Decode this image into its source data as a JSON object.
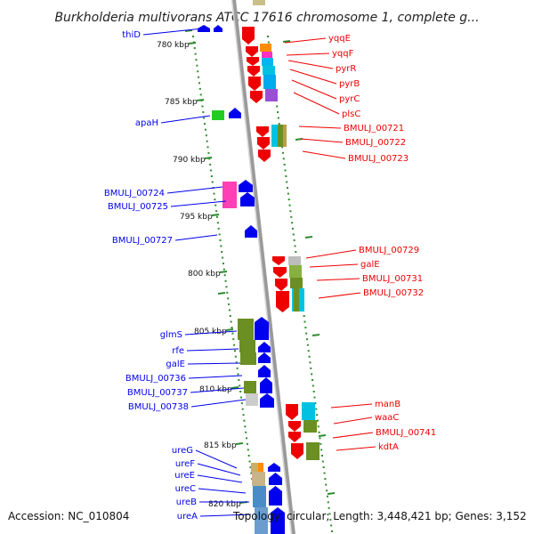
{
  "title": "Burkholderia multivorans ATCC 17616 chromosome 1, complete g...",
  "footer": {
    "accession": "Accession: NC_010804",
    "summary": "Topology: circular; Length: 3,448,421 bp; Genes: 3,152"
  },
  "colors": {
    "forward_strand_gene": "#0000ee",
    "reverse_strand_gene": "#ee0000",
    "kbp_ticks": "#2e8b2e",
    "backbone": "#9a9a9a"
  },
  "kbp_labels": [
    "780 kbp",
    "785 kbp",
    "790 kbp",
    "795 kbp",
    "800 kbp",
    "805 kbp",
    "810 kbp",
    "815 kbp",
    "820 kbp"
  ],
  "left_labels": [
    "thiD",
    "apaH",
    "BMULJ_00724",
    "BMULJ_00725",
    "BMULJ_00727",
    "glmS",
    "rfe",
    "galE",
    "BMULJ_00736",
    "BMULJ_00737",
    "BMULJ_00738",
    "ureG",
    "ureF",
    "ureE",
    "ureC",
    "ureB",
    "ureA"
  ],
  "right_labels": [
    "yqqE",
    "yqqF",
    "pyrR",
    "pyrB",
    "pyrC",
    "plsC",
    "BMULJ_00721",
    "BMULJ_00722",
    "BMULJ_00723",
    "BMULJ_00729",
    "galE",
    "BMULJ_00731",
    "BMULJ_00732",
    "manB",
    "waaC",
    "BMULJ_00741",
    "kdtA"
  ]
}
